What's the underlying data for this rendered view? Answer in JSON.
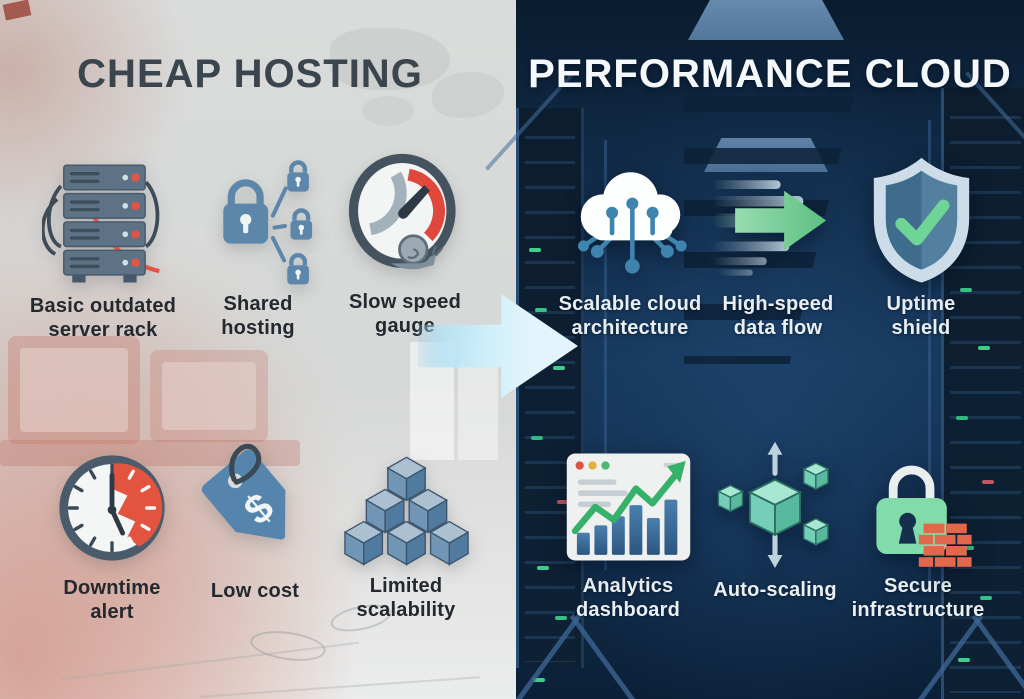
{
  "left_panel": {
    "title": "CHEAP HOSTING",
    "features": [
      {
        "id": "server-rack",
        "label": [
          "Basic outdated",
          "server rack"
        ]
      },
      {
        "id": "shared-hosting",
        "label": [
          "Shared",
          "hosting"
        ]
      },
      {
        "id": "slow-gauge",
        "label": [
          "Slow speed",
          "gauge"
        ]
      },
      {
        "id": "downtime-alert",
        "label": [
          "Downtime",
          "alert"
        ]
      },
      {
        "id": "low-cost",
        "label": [
          "Low cost"
        ]
      },
      {
        "id": "limited-scalability",
        "label": [
          "Limited",
          "scalability"
        ]
      }
    ]
  },
  "right_panel": {
    "title": "PERFORMANCE CLOUD",
    "features": [
      {
        "id": "cloud-architecture",
        "label": [
          "Scalable cloud",
          "architecture"
        ]
      },
      {
        "id": "data-flow",
        "label": [
          "High-speed",
          "data flow"
        ]
      },
      {
        "id": "uptime-shield",
        "label": [
          "Uptime",
          "shield"
        ]
      },
      {
        "id": "analytics-dashboard",
        "label": [
          "Analytics",
          "dashboard"
        ]
      },
      {
        "id": "auto-scaling",
        "label": [
          "Auto-scaling"
        ]
      },
      {
        "id": "secure-infrastructure",
        "label": [
          "Secure",
          "infrastructure"
        ]
      }
    ]
  },
  "icons": {
    "dollar_glyph": "$"
  },
  "colors": {
    "left_bg": "#d7d9d8",
    "right_bg": "#123152",
    "left_title": "#3b454e",
    "right_title": "#f5f8fa",
    "accent_red": "#e0503c",
    "steel_blue": "#5d86ab",
    "slate": "#5e7285",
    "green_check": "#6fd596",
    "flow_green": "#7ed096",
    "teal_cube": "#74cfb6",
    "brick_orange": "#e2684c",
    "mint_lock": "#82dcaa",
    "arrow_cyan": "#dff2fa",
    "rack_light_green": "#3ecf8d"
  }
}
